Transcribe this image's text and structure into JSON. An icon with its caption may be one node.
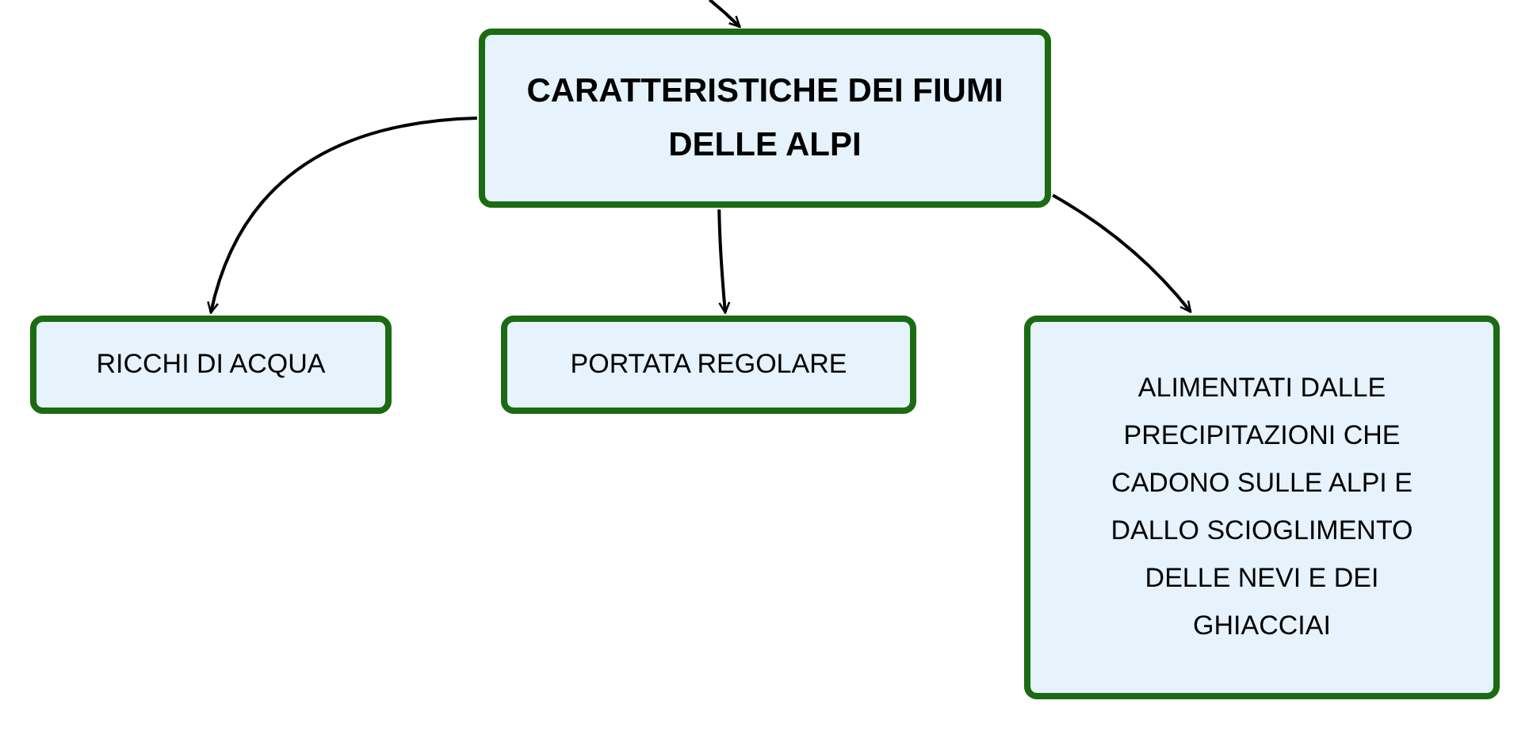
{
  "diagram": {
    "nodes": [
      {
        "text": [
          "CARATTERISTICHE DEI FIUMI DELLE ALPI"
        ]
      },
      {
        "text": [
          "RICCHI DI ACQUA"
        ]
      },
      {
        "text": [
          "PORTATA REGOLARE"
        ]
      },
      {
        "text": [
          "ALIMENTATI DALLE PRECIPITAZIONI CHE CADONO SULLE ALPI E DALLO SCIOGLIMENTO DELLE NEVI E DEI GHIACCIAI"
        ]
      }
    ],
    "edges": [
      {
        "from": null,
        "to": 0,
        "arrow": "to"
      },
      {
        "from": 0,
        "to": 1,
        "arrow": "to"
      },
      {
        "from": 0,
        "to": 2,
        "arrow": "to"
      },
      {
        "from": 0,
        "to": 3,
        "arrow": "to"
      }
    ]
  }
}
